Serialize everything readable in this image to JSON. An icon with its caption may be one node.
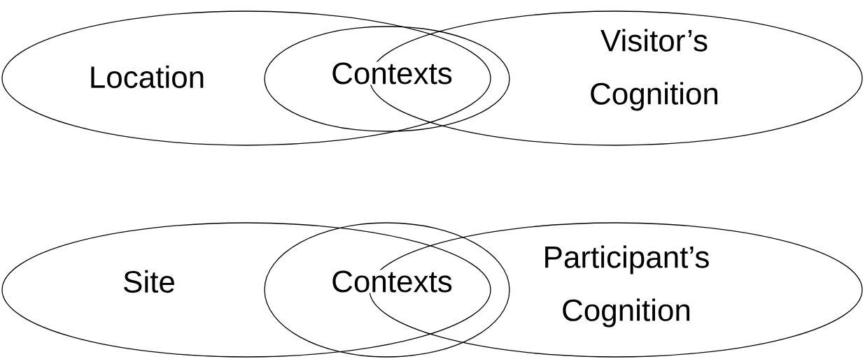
{
  "diagram": {
    "nodes": [
      {
        "text": [
          "Location"
        ]
      },
      {
        "text": [
          "Contexts"
        ]
      },
      {
        "text": [
          "Visitor’s Cognition"
        ]
      },
      {
        "text": [
          "Site"
        ]
      },
      {
        "text": [
          "Contexts"
        ]
      },
      {
        "text": [
          "Participant’s Cognition"
        ]
      }
    ]
  }
}
